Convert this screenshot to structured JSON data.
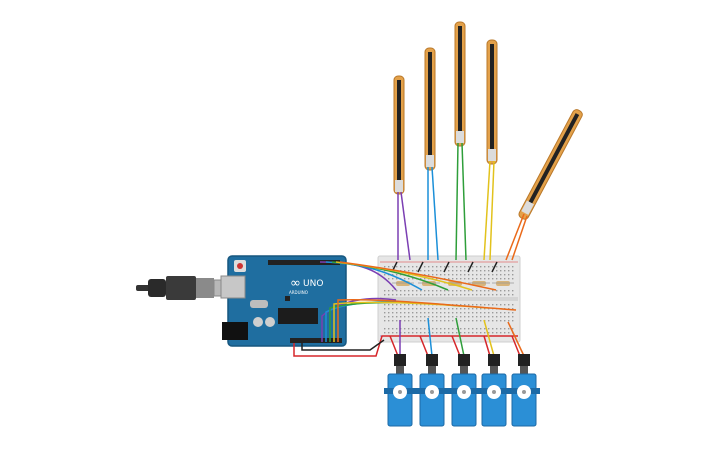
{
  "board": {
    "brand": "ARDUINO",
    "model": "UNO",
    "logo_symbol": "∞"
  },
  "colors": {
    "board": "#1f6ea0",
    "board_dark": "#17577f",
    "breadboard": "#e6e6e6",
    "flex_sensor": "#e3a14a",
    "flex_sensor_dark": "#b9782a",
    "servo_body": "#2b8fd6",
    "servo_dark": "#1c6aa6",
    "usb_cable": "#333333",
    "wire_purple": "#7b3fb3",
    "wire_blue": "#1b8fd8",
    "wire_green": "#2e9e3a",
    "wire_yellow": "#e2c21c",
    "wire_orange": "#ea6a1a",
    "wire_red": "#d6262a",
    "wire_black": "#222222"
  },
  "components": {
    "flex_sensors": [
      "flex-sensor-thumb",
      "flex-sensor-index",
      "flex-sensor-middle",
      "flex-sensor-ring",
      "flex-sensor-pinky"
    ],
    "servos": [
      "servo-1",
      "servo-2",
      "servo-3",
      "servo-4",
      "servo-5"
    ],
    "resistors": [
      "resistor-1",
      "resistor-2",
      "resistor-3",
      "resistor-4",
      "resistor-5"
    ]
  }
}
